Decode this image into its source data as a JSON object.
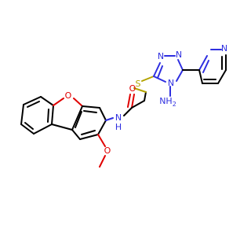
{
  "colors": {
    "background": "#ffffff",
    "carbon_bond": "#000000",
    "nitrogen": "#2f2fe0",
    "oxygen": "#e00000",
    "sulfur": "#b3a300"
  },
  "atoms": {
    "furan_o": "O",
    "carbonyl_o": "O",
    "amide_nh_n": "N",
    "amide_nh_h": "H",
    "methoxy_o": "O",
    "thioether_s": "S",
    "triazole_n1": "N",
    "triazole_n2": "N",
    "triazole_n4": "N",
    "amino_n": "NH",
    "amino_sub": "2",
    "pyridine_n": "N"
  }
}
